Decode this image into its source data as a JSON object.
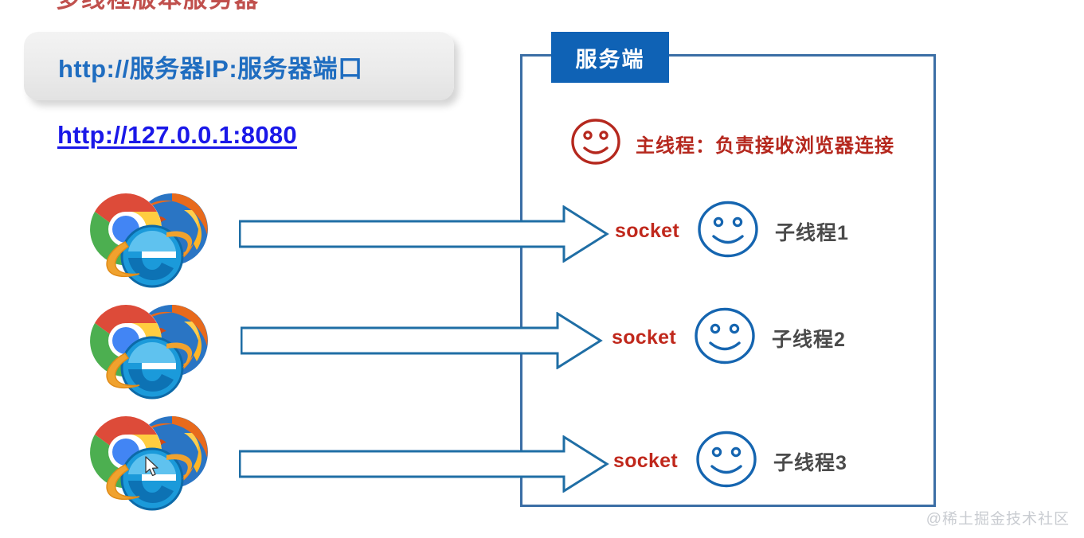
{
  "page": {
    "cut_off_title": "多线程版本服务器",
    "watermark": "@稀土掘金技术社区"
  },
  "url_bubble": {
    "text": "http://服务器IP:服务器端口"
  },
  "url_link": {
    "text": "http://127.0.0.1:8080"
  },
  "server": {
    "badge_label": "服务端",
    "main_thread": {
      "face_icon": "smiley-face-icon",
      "label": "主线程：负责接收浏览器连接"
    },
    "threads": [
      {
        "socket_label": "socket",
        "face_icon": "smiley-face-icon",
        "name": "子线程1"
      },
      {
        "socket_label": "socket",
        "face_icon": "smiley-face-icon",
        "name": "子线程2"
      },
      {
        "socket_label": "socket",
        "face_icon": "smiley-face-icon",
        "name": "子线程3"
      }
    ]
  },
  "clients": [
    {
      "icons": [
        "chrome-icon",
        "firefox-icon",
        "internet-explorer-icon"
      ]
    },
    {
      "icons": [
        "chrome-icon",
        "firefox-icon",
        "internet-explorer-icon"
      ]
    },
    {
      "icons": [
        "chrome-icon",
        "firefox-icon",
        "internet-explorer-icon"
      ]
    }
  ],
  "arrows": [
    {
      "name": "connection-arrow-1"
    },
    {
      "name": "connection-arrow-2"
    },
    {
      "name": "connection-arrow-3"
    }
  ],
  "cursor": {
    "name": "mouse-cursor"
  },
  "colors": {
    "server_badge_bg": "#0f62b5",
    "server_border": "#3b6ea5",
    "arrow_stroke": "#1f6ea5",
    "socket_red": "#c0281c",
    "main_thread_red": "#b5281e",
    "thread_face_blue": "#1565b0",
    "thread_name_gray": "#4a4a4a",
    "url_bubble_text": "#1f6dc0",
    "url_link": "#1a18e8",
    "watermark": "#c9ccd1"
  }
}
